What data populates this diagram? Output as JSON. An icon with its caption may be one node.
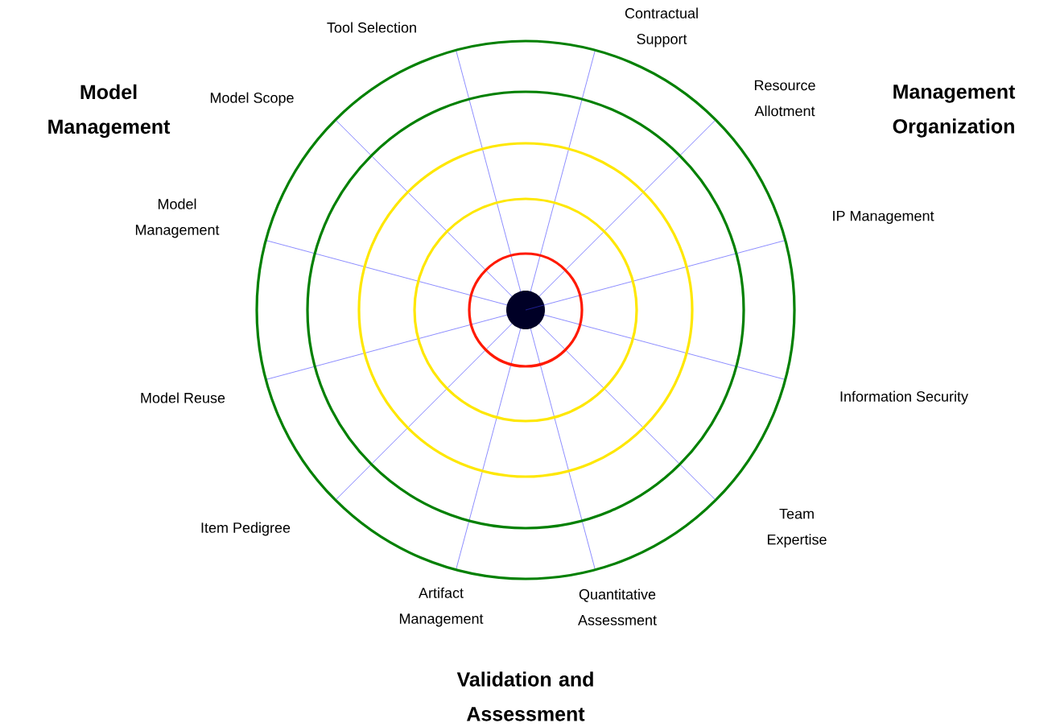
{
  "diagram": {
    "labels": [
      "Contractual Support",
      "Tool Selection",
      "Resource Allotment",
      "Model Management",
      "Management Organization",
      "Model Scope",
      "IP Management",
      "Model Management",
      "Model Reuse",
      "Information Security",
      "Team Expertise",
      "Item Pedigree",
      "Artifact Management",
      "Quantitative Assessment",
      "Validation and Assessment"
    ]
  }
}
